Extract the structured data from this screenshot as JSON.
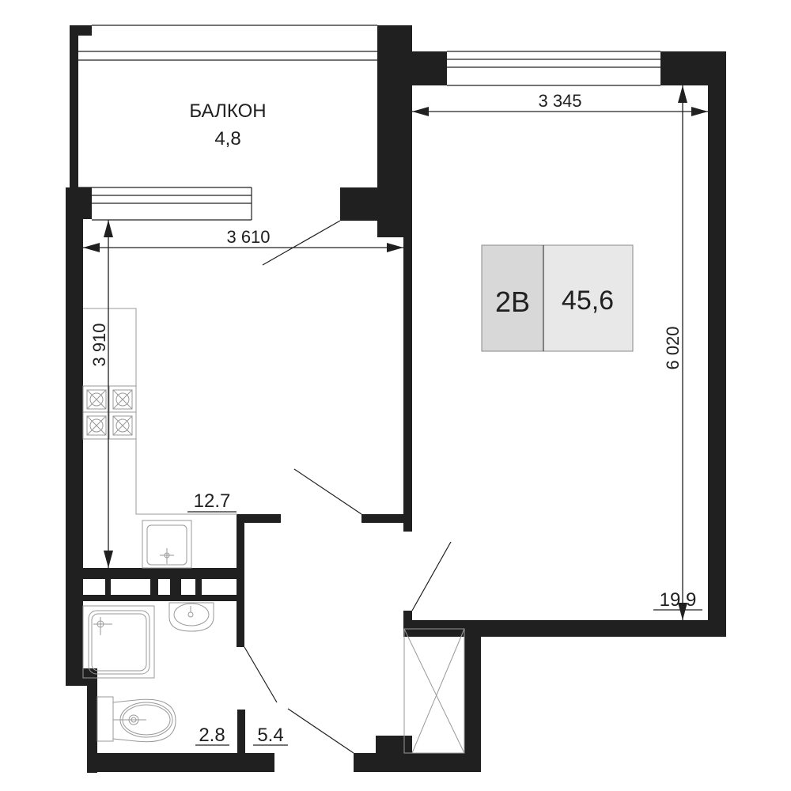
{
  "plan": {
    "apartment_type": "2B",
    "total_area": "45,6",
    "badge_colors": {
      "type_bg": "#d8d8d8",
      "area_bg": "#e8e8e8"
    },
    "wall_color": "#202020",
    "balcony": {
      "name": "БАЛКОН",
      "area": "4,8"
    },
    "rooms": {
      "kitchen_living_area": "12.7",
      "bedroom_area": "19.9",
      "bathroom_area": "2.8",
      "hallway_area": "5.4"
    },
    "dimensions": {
      "kitchen_width": "3 610",
      "kitchen_length": "3 910",
      "bedroom_width": "3 345",
      "bedroom_length": "6 020"
    }
  }
}
